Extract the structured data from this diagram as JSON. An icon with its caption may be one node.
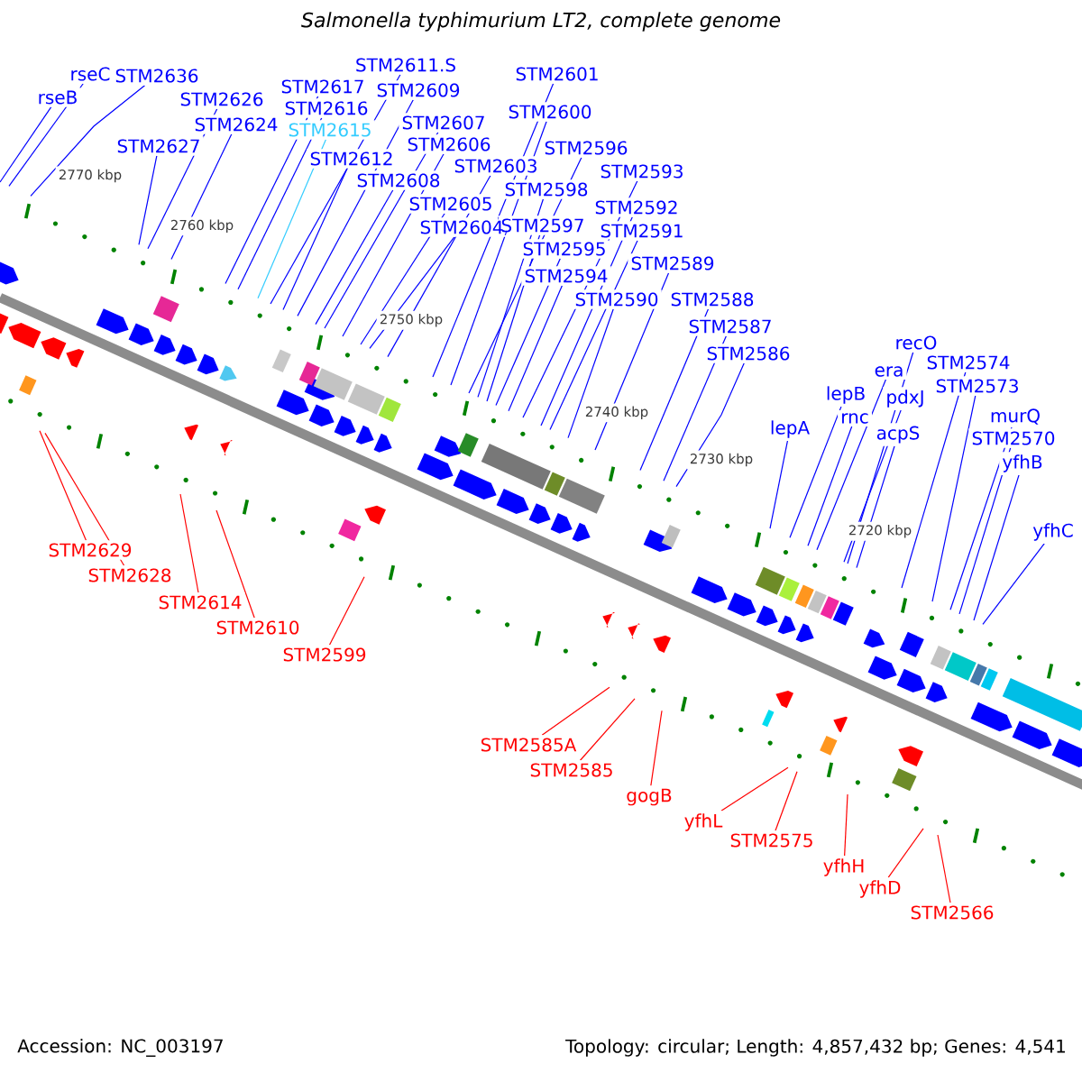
{
  "diagram": {
    "title": "Salmonella typhimurium LT2, complete genome",
    "nodes": [
      {
        "text": [
          "rseC"
        ]
      },
      {
        "text": [
          "rseB"
        ]
      },
      {
        "text": [
          "STM2636"
        ]
      },
      {
        "text": [
          "STM2626"
        ]
      },
      {
        "text": [
          "STM2624"
        ]
      },
      {
        "text": [
          "STM2627"
        ]
      },
      {
        "text": [
          "STM2617"
        ]
      },
      {
        "text": [
          "STM2616"
        ]
      },
      {
        "text": [
          "STM2615"
        ]
      },
      {
        "text": [
          "STM2612"
        ]
      },
      {
        "text": [
          "STM2611.S"
        ]
      },
      {
        "text": [
          "STM2609"
        ]
      },
      {
        "text": [
          "STM2607"
        ]
      },
      {
        "text": [
          "STM2606"
        ]
      },
      {
        "text": [
          "STM2608"
        ]
      },
      {
        "text": [
          "STM2605"
        ]
      },
      {
        "text": [
          "STM2604"
        ]
      },
      {
        "text": [
          "STM2603"
        ]
      },
      {
        "text": [
          "STM2601"
        ]
      },
      {
        "text": [
          "STM2600"
        ]
      },
      {
        "text": [
          "STM2596"
        ]
      },
      {
        "text": [
          "STM2598"
        ]
      },
      {
        "text": [
          "STM2597"
        ]
      },
      {
        "text": [
          "STM2595"
        ]
      },
      {
        "text": [
          "STM2594"
        ]
      },
      {
        "text": [
          "STM2593"
        ]
      },
      {
        "text": [
          "STM2592"
        ]
      },
      {
        "text": [
          "STM2591"
        ]
      },
      {
        "text": [
          "STM2590"
        ]
      },
      {
        "text": [
          "STM2589"
        ]
      },
      {
        "text": [
          "STM2588"
        ]
      },
      {
        "text": [
          "STM2587"
        ]
      },
      {
        "text": [
          "STM2586"
        ]
      },
      {
        "text": [
          "lepA"
        ]
      },
      {
        "text": [
          "lepB"
        ]
      },
      {
        "text": [
          "rnc"
        ]
      },
      {
        "text": [
          "era"
        ]
      },
      {
        "text": [
          "recO"
        ]
      },
      {
        "text": [
          "pdxJ"
        ]
      },
      {
        "text": [
          "acpS"
        ]
      },
      {
        "text": [
          "STM2574"
        ]
      },
      {
        "text": [
          "STM2573"
        ]
      },
      {
        "text": [
          "murQ"
        ]
      },
      {
        "text": [
          "STM2570"
        ]
      },
      {
        "text": [
          "yfhB"
        ]
      },
      {
        "text": [
          "yfhC"
        ]
      },
      {
        "text": [
          "STM2629"
        ]
      },
      {
        "text": [
          "STM2628"
        ]
      },
      {
        "text": [
          "STM2614"
        ]
      },
      {
        "text": [
          "STM2610"
        ]
      },
      {
        "text": [
          "STM2599"
        ]
      },
      {
        "text": [
          "STM2585A"
        ]
      },
      {
        "text": [
          "STM2585"
        ]
      },
      {
        "text": [
          "gogB"
        ]
      },
      {
        "text": [
          "yfhL"
        ]
      },
      {
        "text": [
          "STM2575"
        ]
      },
      {
        "text": [
          "yfhH"
        ]
      },
      {
        "text": [
          "yfhD"
        ]
      },
      {
        "text": [
          "STM2566"
        ]
      }
    ],
    "edges": [
      {
        "from": 0,
        "to": null,
        "arrow": "none"
      },
      {
        "from": 1,
        "to": null,
        "arrow": "none"
      },
      {
        "from": 2,
        "to": null,
        "arrow": "none"
      },
      {
        "from": 3,
        "to": null,
        "arrow": "none"
      },
      {
        "from": 4,
        "to": null,
        "arrow": "none"
      },
      {
        "from": 5,
        "to": null,
        "arrow": "none"
      },
      {
        "from": 6,
        "to": null,
        "arrow": "none"
      },
      {
        "from": 7,
        "to": null,
        "arrow": "none"
      },
      {
        "from": 8,
        "to": null,
        "arrow": "none",
        "color": "#33ccff"
      },
      {
        "from": 9,
        "to": null,
        "arrow": "none"
      },
      {
        "from": 10,
        "to": null,
        "arrow": "none"
      },
      {
        "from": 11,
        "to": null,
        "arrow": "none"
      },
      {
        "from": 12,
        "to": null,
        "arrow": "none"
      },
      {
        "from": 13,
        "to": null,
        "arrow": "none"
      },
      {
        "from": 14,
        "to": null,
        "arrow": "none"
      },
      {
        "from": 15,
        "to": null,
        "arrow": "none"
      },
      {
        "from": 16,
        "to": null,
        "arrow": "none"
      },
      {
        "from": 17,
        "to": null,
        "arrow": "none"
      },
      {
        "from": 18,
        "to": null,
        "arrow": "none"
      },
      {
        "from": 19,
        "to": null,
        "arrow": "none"
      },
      {
        "from": 20,
        "to": null,
        "arrow": "none"
      },
      {
        "from": 21,
        "to": null,
        "arrow": "none"
      },
      {
        "from": 22,
        "to": null,
        "arrow": "none"
      },
      {
        "from": 23,
        "to": null,
        "arrow": "none"
      },
      {
        "from": 24,
        "to": null,
        "arrow": "none"
      },
      {
        "from": 25,
        "to": null,
        "arrow": "none"
      },
      {
        "from": 26,
        "to": null,
        "arrow": "none"
      },
      {
        "from": 27,
        "to": null,
        "arrow": "none"
      },
      {
        "from": 28,
        "to": null,
        "arrow": "none"
      },
      {
        "from": 29,
        "to": null,
        "arrow": "none"
      },
      {
        "from": 30,
        "to": null,
        "arrow": "none"
      },
      {
        "from": 31,
        "to": null,
        "arrow": "none"
      },
      {
        "from": 32,
        "to": null,
        "arrow": "none"
      },
      {
        "from": 33,
        "to": null,
        "arrow": "none"
      },
      {
        "from": 34,
        "to": null,
        "arrow": "none"
      },
      {
        "from": 35,
        "to": null,
        "arrow": "none"
      },
      {
        "from": 36,
        "to": null,
        "arrow": "none"
      },
      {
        "from": 37,
        "to": null,
        "arrow": "none"
      },
      {
        "from": 38,
        "to": null,
        "arrow": "none"
      },
      {
        "from": 39,
        "to": null,
        "arrow": "none"
      },
      {
        "from": 40,
        "to": null,
        "arrow": "none"
      },
      {
        "from": 41,
        "to": null,
        "arrow": "none"
      },
      {
        "from": 42,
        "to": null,
        "arrow": "none"
      },
      {
        "from": 43,
        "to": null,
        "arrow": "none"
      },
      {
        "from": 44,
        "to": null,
        "arrow": "none"
      },
      {
        "from": 45,
        "to": null,
        "arrow": "none"
      },
      {
        "from": 46,
        "to": null,
        "arrow": "none",
        "color": "#ff0000"
      },
      {
        "from": 47,
        "to": null,
        "arrow": "none",
        "color": "#ff0000"
      },
      {
        "from": 48,
        "to": null,
        "arrow": "none",
        "color": "#ff0000"
      },
      {
        "from": 49,
        "to": null,
        "arrow": "none",
        "color": "#ff0000"
      },
      {
        "from": 50,
        "to": null,
        "arrow": "none",
        "color": "#ff0000"
      },
      {
        "from": 51,
        "to": null,
        "arrow": "none",
        "color": "#ff0000"
      },
      {
        "from": 52,
        "to": null,
        "arrow": "none",
        "color": "#ff0000"
      },
      {
        "from": 53,
        "to": null,
        "arrow": "none",
        "color": "#ff0000"
      },
      {
        "from": 54,
        "to": null,
        "arrow": "none",
        "color": "#ff0000"
      },
      {
        "from": 55,
        "to": null,
        "arrow": "none",
        "color": "#ff0000"
      },
      {
        "from": 56,
        "to": null,
        "arrow": "none",
        "color": "#ff0000"
      },
      {
        "from": 57,
        "to": null,
        "arrow": "none",
        "color": "#ff0000"
      },
      {
        "from": 58,
        "to": null,
        "arrow": "none",
        "color": "#ff0000"
      }
    ],
    "labels": [
      "2770 kbp",
      "2760 kbp",
      "2750 kbp",
      "2740 kbp",
      "2730 kbp",
      "2720 kbp",
      "Accession: NC_003197",
      "Topology: circular; Length: 4,857,432 bp; Genes: 4,541"
    ]
  }
}
